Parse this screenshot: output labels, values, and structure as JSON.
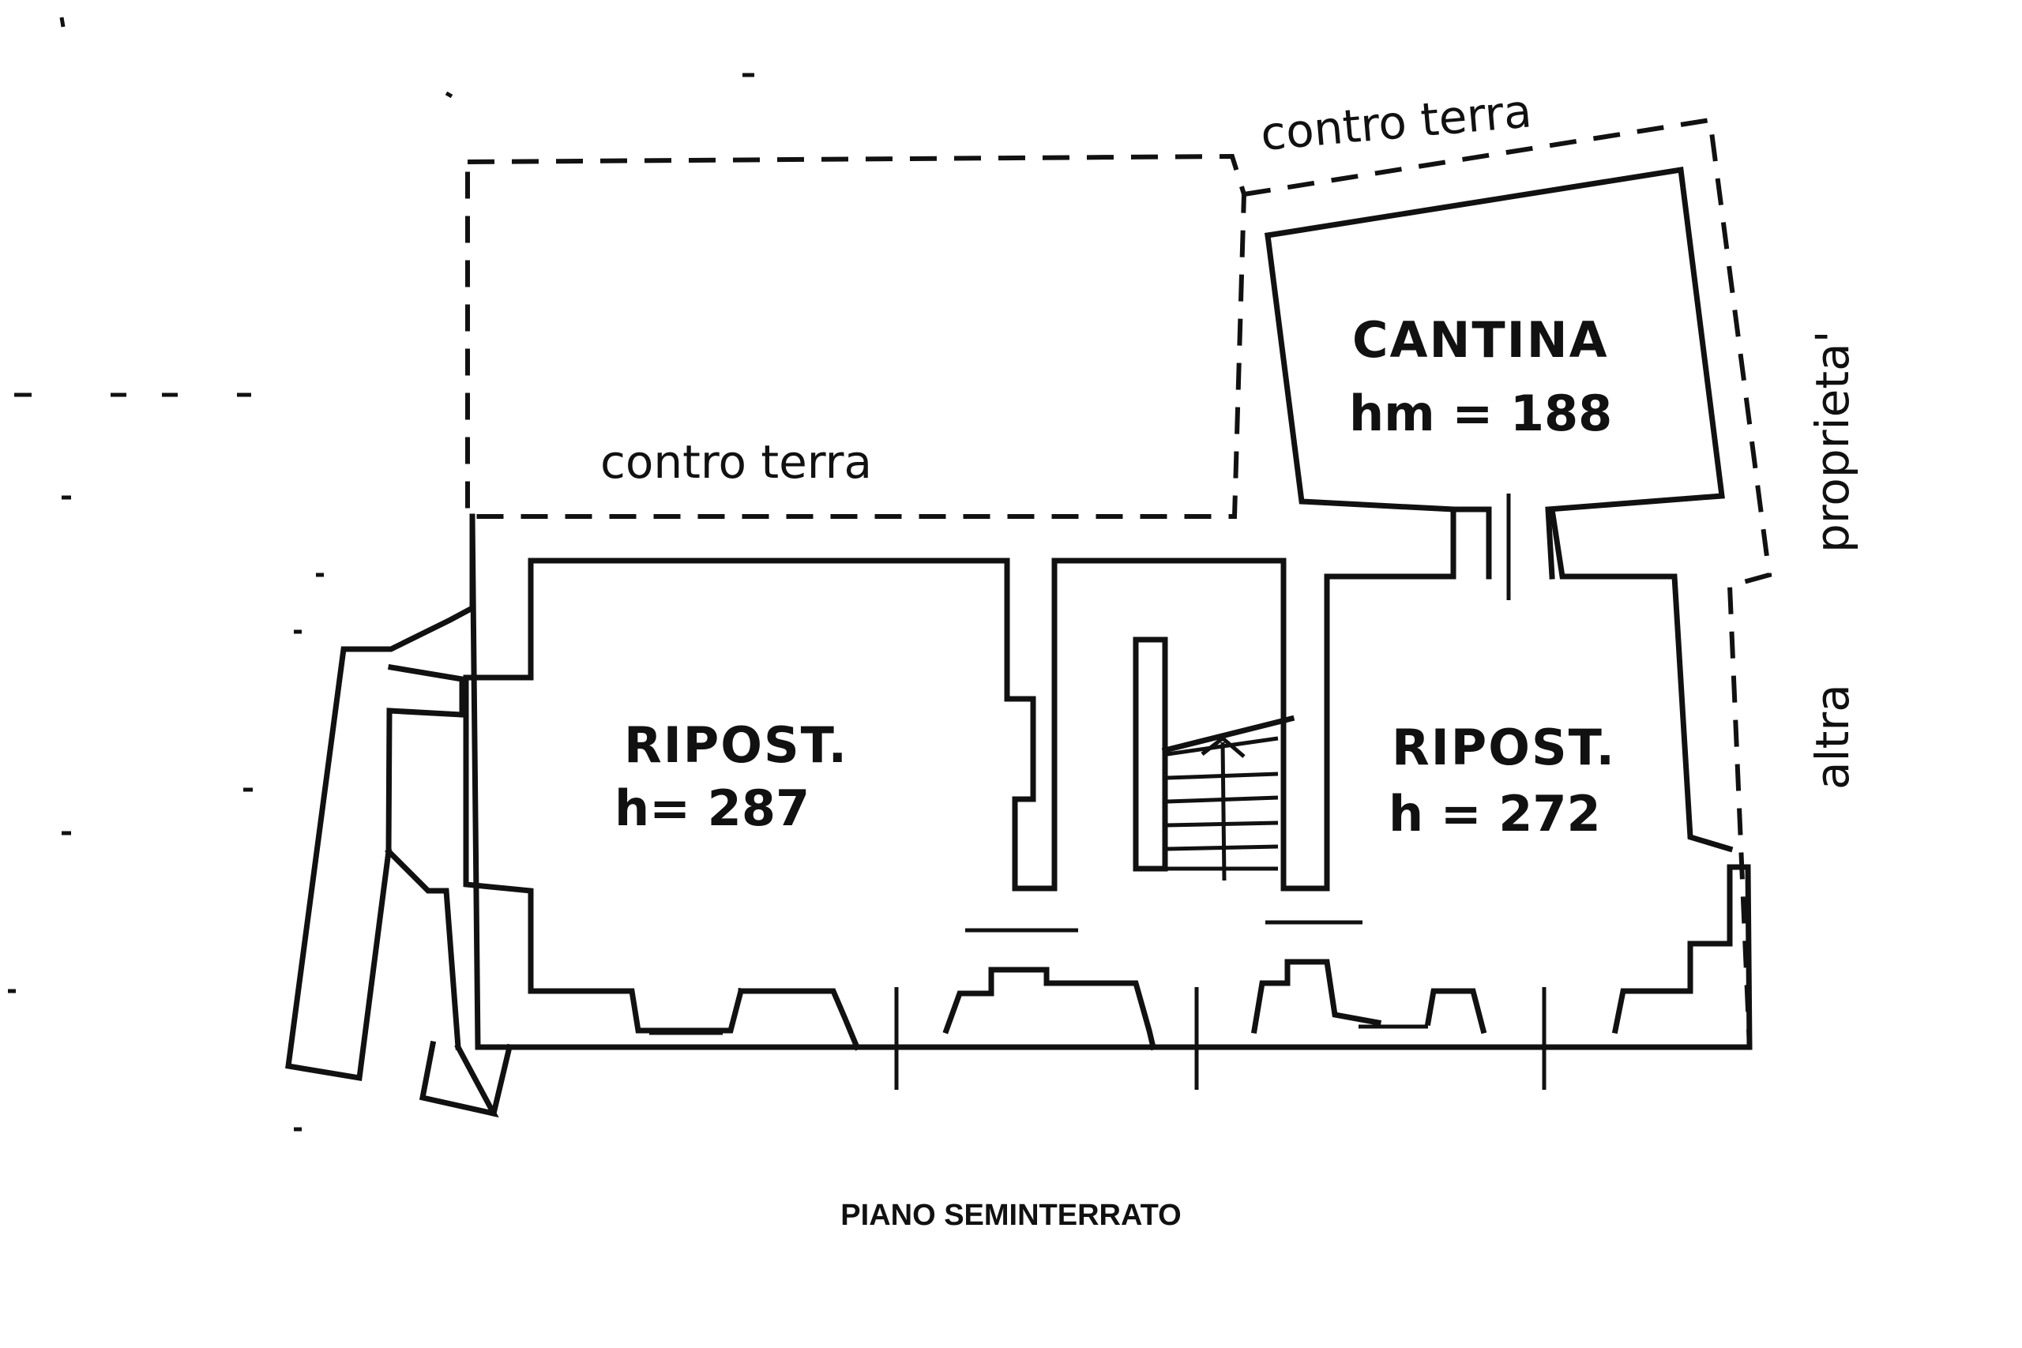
{
  "rooms": {
    "cantina": {
      "label": "CANTINA",
      "height": "hm = 188"
    },
    "ripost_left": {
      "label": "RIPOST.",
      "height": "h= 287"
    },
    "ripost_right": {
      "label": "RIPOST.",
      "height": "h = 272"
    }
  },
  "notes": {
    "contro_terra_top": "contro   terra",
    "contro_terra_mid": "contro    terra",
    "proprieta": "proprieta'",
    "altra": "altra"
  },
  "caption": "PIANO SEMINTERRATO",
  "colors": {
    "ink": "#111111",
    "paper": "#ffffff"
  }
}
